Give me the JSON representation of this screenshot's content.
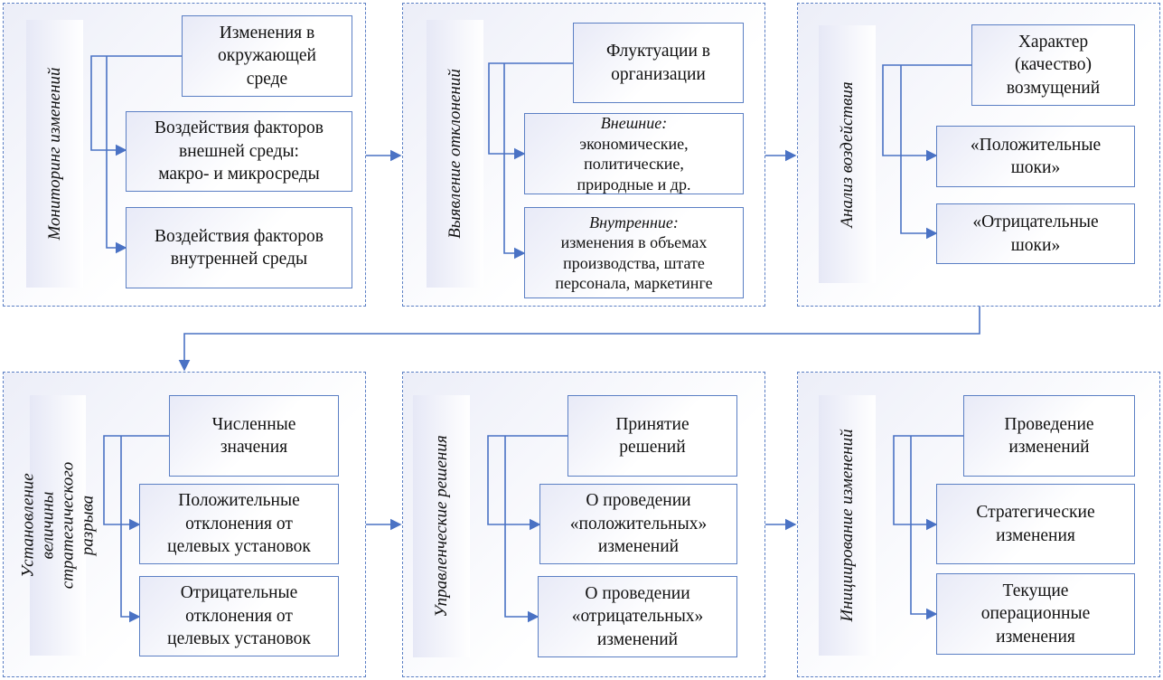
{
  "stages": [
    {
      "label": "Мониторинг изменений",
      "items": [
        "Изменения в\nокружающей\nсреде",
        "Воздействия факторов\nвнешней среды:\nмакро- и микросреды",
        "Воздействия факторов\nвнутренней среды"
      ]
    },
    {
      "label": "Выявление отклонений",
      "items": [
        "Флуктуации в\nорганизации"
      ],
      "ext_title": "Внешние:",
      "ext_text": "экономические,\nполитические,\nприродные и др.",
      "int_title": "Внутренние:",
      "int_text": "изменения в объемах\nпроизводства, штате\nперсонала,  маркетинге"
    },
    {
      "label": "Анализ воздействия",
      "items": [
        "Характер\n(качество)\nвозмущений",
        "«Положительные\nшоки»",
        "«Отрицательные\nшоки»"
      ]
    },
    {
      "label": "Установление величины\nстратегического разрыва",
      "items": [
        "Численные\nзначения",
        "Положительные\nотклонения от\nцелевых установок",
        "Отрицательные\nотклонения от\nцелевых установок"
      ]
    },
    {
      "label": "Управленческие решения",
      "items": [
        "Принятие\nрешений",
        "О проведении\n«положительных»\nизменений",
        "О проведении\n«отрицательных»\nизменений"
      ]
    },
    {
      "label": "Инициирование изменений",
      "items": [
        "Проведение\nизменений",
        "Стратегические\nизменения",
        "Текущие\nоперационные\nизменения"
      ]
    }
  ],
  "colors": {
    "line": "#4a72c4",
    "border": "#5b7fc4"
  }
}
